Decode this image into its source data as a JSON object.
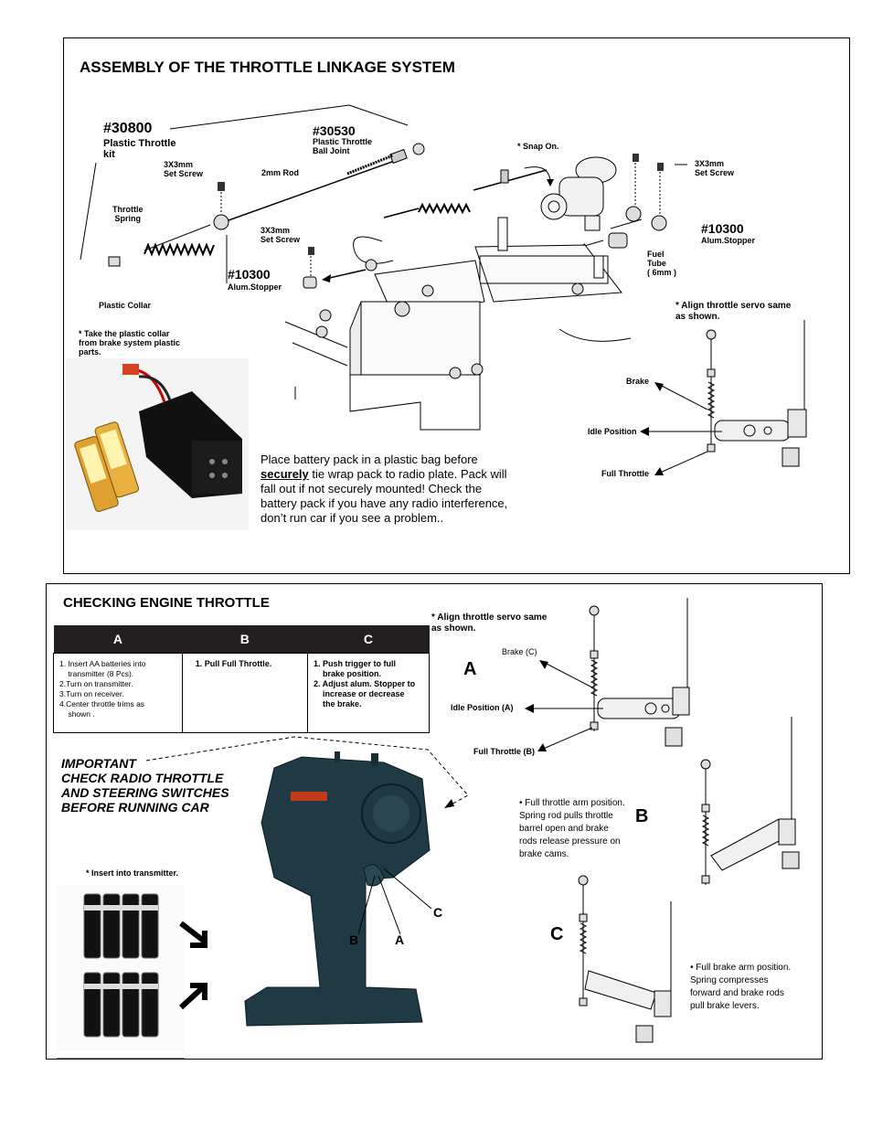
{
  "section1": {
    "title": "ASSEMBLY OF THE THROTTLE LINKAGE SYSTEM",
    "parts": {
      "p30800": "#30800",
      "p30800_desc": "Plastic Throttle\nkit",
      "p30530": "#30530",
      "p30530_desc": "Plastic Throttle\nBall Joint",
      "snap_on": "* Snap On.",
      "set_screw_left": "3X3mm\nSet Screw",
      "set_screw_right": "3X3mm\nSet Screw",
      "set_screw_mid": "3X3mm\nSet Screw",
      "rod": "2mm Rod",
      "throttle_spring": "Throttle\nSpring",
      "p10300_left": "#10300",
      "p10300_left_desc": "Alum.Stopper",
      "p10300_right": "#10300",
      "p10300_right_desc": "Alum.Stopper",
      "fuel_tube": "Fuel\nTube\n( 6mm )",
      "plastic_collar": "Plastic Collar"
    },
    "collar_note": "* Take the plastic collar\n   from brake system plastic\n   parts.",
    "align_note": "* Align throttle servo same\n   as shown.",
    "servo_labels": {
      "brake": "Brake",
      "idle": "Idle Position",
      "full": "Full Throttle"
    },
    "battery_note_1": "Place battery pack in a plastic bag before",
    "battery_note_bold": "securely",
    "battery_note_2": " tie wrap pack to radio plate.  Pack will fall out if not securely mounted!  Check the battery pack if you have any radio interference, don’t run car if you see a problem.."
  },
  "section2": {
    "title": "CHECKING  ENGINE THROTTLE",
    "table": {
      "headers": [
        "A",
        "B",
        "C"
      ],
      "col_a": [
        "1. Insert AA batteries into",
        "    transmitter (8 Pcs).",
        "2.Turn on transmitter.",
        "3.Turn on receiver.",
        "4.Center throttle  trims as",
        "    shown ."
      ],
      "col_b": [
        "1.  Pull Full Throttle."
      ],
      "col_c": [
        "1. Push trigger to full",
        "    brake position.",
        "2. Adjust  alum. Stopper to",
        "    increase or decrease",
        "    the brake."
      ]
    },
    "important": "IMPORTANT\nCHECK RADIO THROTTLE\nAND STEERING SWITCHES\nBEFORE RUNNING CAR",
    "insert_note": "* Insert into transmitter.",
    "align_note": "* Align throttle servo same\n   as shown.",
    "servo_labels": {
      "brake": "Brake (C)",
      "idle": "Idle Position (A)",
      "full": "Full Throttle (B)"
    },
    "letters": {
      "a": "A",
      "b": "B",
      "c": "C",
      "trig_a": "A",
      "trig_b": "B",
      "trig_c": "C"
    },
    "note_b": "• Full throttle arm position.\nSpring rod pulls throttle\nbarrel open and brake\nrods release pressure on\nbrake cams.",
    "note_c": "• Full brake arm position.\nSpring compresses\nforward and brake rods\npull brake levers."
  }
}
